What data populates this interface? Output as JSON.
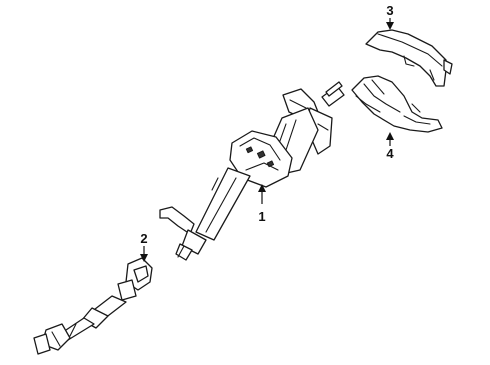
{
  "callouts": [
    {
      "id": "1",
      "label": "1"
    },
    {
      "id": "2",
      "label": "2"
    },
    {
      "id": "3",
      "label": "3"
    },
    {
      "id": "4",
      "label": "4"
    }
  ],
  "parts": [
    {
      "callout": "1",
      "icon": "steering-column-icon"
    },
    {
      "callout": "2",
      "icon": "intermediate-shaft-icon"
    },
    {
      "callout": "3",
      "icon": "upper-shroud-icon"
    },
    {
      "callout": "4",
      "icon": "lower-shroud-icon"
    }
  ]
}
